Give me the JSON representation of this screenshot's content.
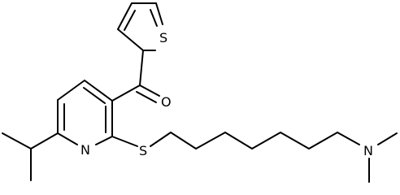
{
  "structure": {
    "atoms": {
      "thiophene_s": "S",
      "carbonyl_o": "O",
      "pyridine_n": "N",
      "thioether_s": "S",
      "amine_n": "N"
    }
  },
  "colors": {
    "bond": "#000000",
    "background": "#ffffff"
  }
}
